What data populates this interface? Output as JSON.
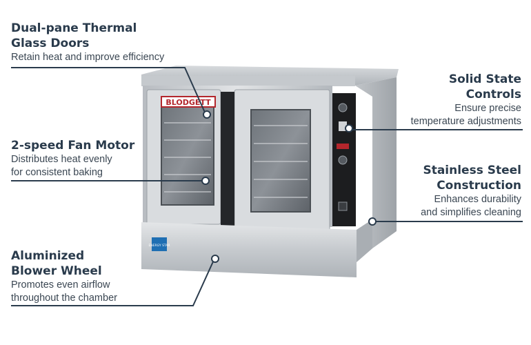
{
  "callouts": {
    "glass_doors": {
      "title_line1": "Dual-pane Thermal",
      "title_line2": "Glass Doors",
      "desc_line1": "Retain heat and improve efficiency"
    },
    "fan_motor": {
      "title_line1": "2-speed Fan Motor",
      "desc_line1": "Distributes heat evenly",
      "desc_line2": "for consistent baking"
    },
    "blower_wheel": {
      "title_line1": "Aluminized",
      "title_line2": "Blower Wheel",
      "desc_line1": "Promotes even airflow",
      "desc_line2": "throughout the chamber"
    },
    "controls": {
      "title_line1": "Solid State",
      "title_line2": "Controls",
      "desc_line1": "Ensure precise",
      "desc_line2": "temperature adjustments"
    },
    "construction": {
      "title_line1": "Stainless Steel",
      "title_line2": "Construction",
      "desc_line1": "Enhances durability",
      "desc_line2": "and simplifies cleaning"
    }
  },
  "oven": {
    "brand": "BLODGETT",
    "badge": "ENERGY STAR"
  },
  "colors": {
    "text_dark": "#2a3b4c",
    "brand_red": "#b3262c",
    "steel": "#c9cdd2",
    "panel_black": "#1c1d1f"
  }
}
